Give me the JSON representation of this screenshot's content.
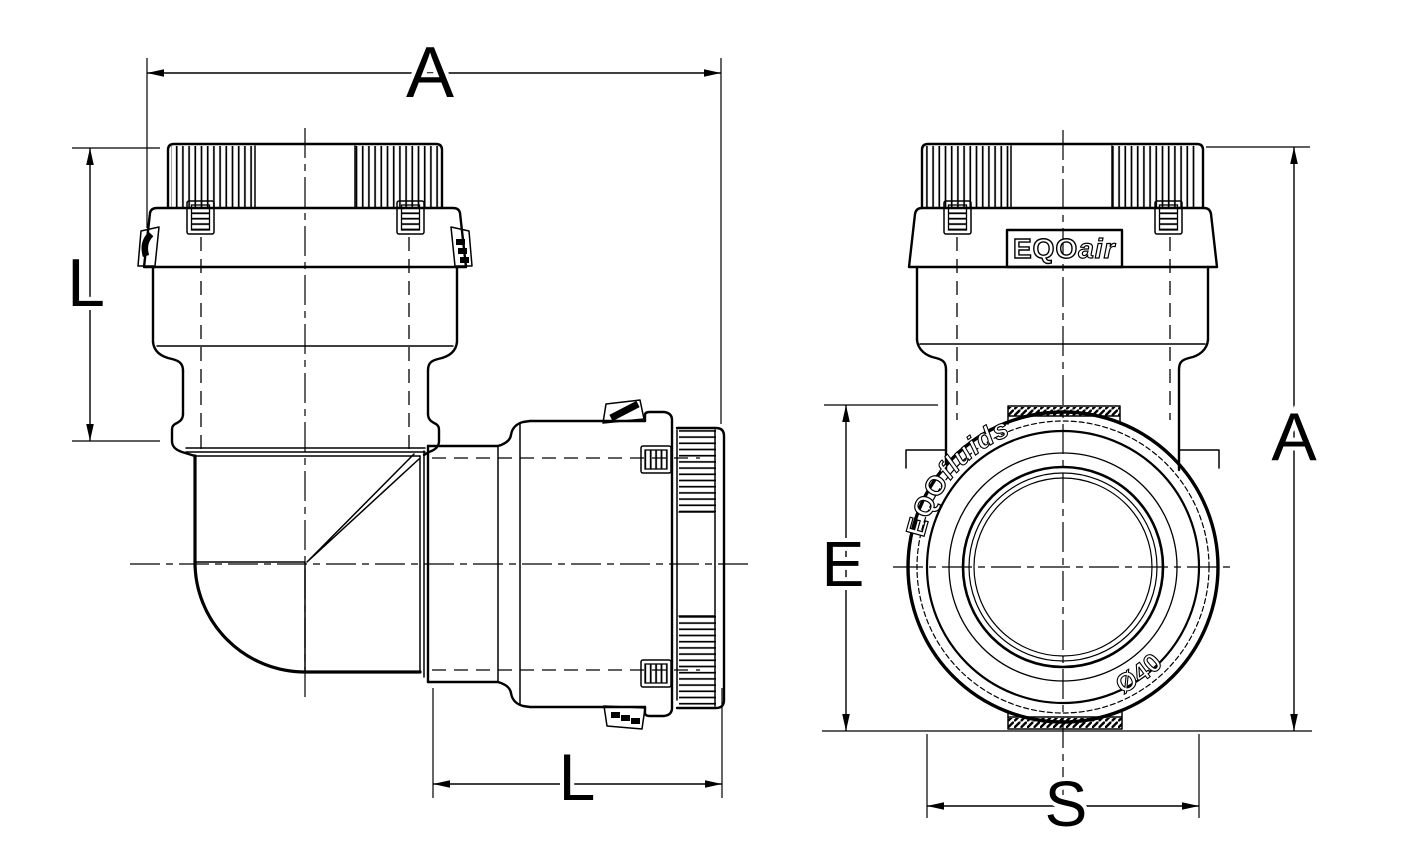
{
  "drawing": {
    "background": "#ffffff",
    "line_color": "#000000",
    "views": [
      {
        "id": "left",
        "label": "side view of 90-degree elbow fitting"
      },
      {
        "id": "right",
        "label": "end view of 90-degree elbow fitting"
      }
    ],
    "dimensions": {
      "left_overall_length": "A",
      "left_socket_height": "L",
      "left_socket_length": "L",
      "right_overall_height": "A",
      "right_body_height": "E",
      "right_body_width": "S"
    },
    "markings": {
      "cap_brand_bold": "EQO",
      "cap_brand_italic": "air",
      "ring_brand_bold": "EQO",
      "ring_brand_italic": "fluids",
      "diameter": "Ø40"
    }
  }
}
